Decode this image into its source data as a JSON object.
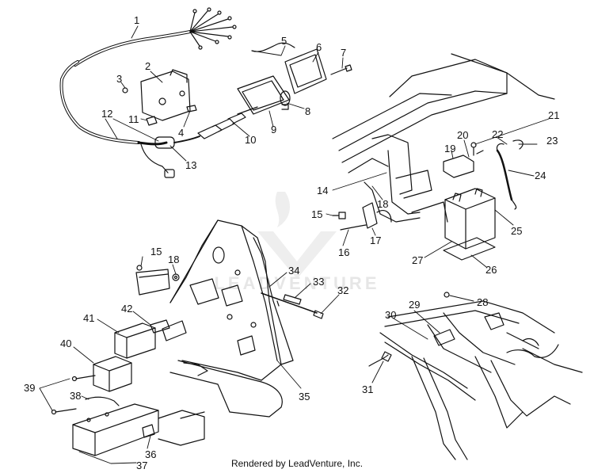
{
  "diagram": {
    "callouts": [
      "1",
      "2",
      "3",
      "4",
      "5",
      "6",
      "7",
      "8",
      "9",
      "10",
      "11",
      "12",
      "13",
      "14",
      "15",
      "16",
      "17",
      "18",
      "19",
      "20",
      "21",
      "22",
      "23",
      "24",
      "25",
      "26",
      "27",
      "28",
      "29",
      "30",
      "31",
      "32",
      "33",
      "34",
      "35",
      "36",
      "37",
      "38",
      "39",
      "40",
      "41",
      "42",
      "15",
      "18"
    ]
  },
  "watermark": {
    "text": "LEADVENTURE"
  },
  "footer": {
    "credit": "Rendered by LeadVenture, Inc."
  }
}
